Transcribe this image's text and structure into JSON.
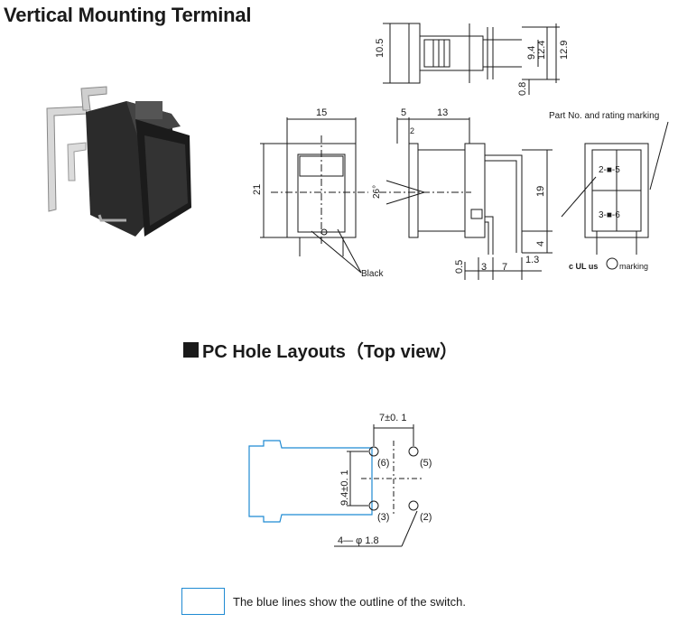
{
  "title": "Vertical Mounting Terminal",
  "pc_title": "PC Hole Layouts（Top view）",
  "legend_text": "The blue lines show the outline of the switch.",
  "colors": {
    "outline_blue": "#1f8ad3",
    "line": "#1a1a1a"
  },
  "dims": {
    "side_top_10_5": "10.5",
    "side_9_4": "9.4",
    "side_12_4": "12.4",
    "side_12_9": "12.9",
    "side_0_8": "0.8",
    "front_15": "15",
    "front_21": "21",
    "front_black": "Black",
    "side_5": "5",
    "side_13": "13",
    "side_2": "2",
    "side_26": "26°",
    "side_19": "19",
    "side_4": "4",
    "side_0_5": "0.5",
    "side_3": "3",
    "side_7": "7",
    "side_1_3": "1.3",
    "rear_marking_label": "Part No. and rating marking",
    "rear_2_5": "2-■-5",
    "rear_3_6": "3-■-6",
    "rear_ul": "c UL us",
    "rear_marking": "marking",
    "pc_7": "7±0. 1",
    "pc_9_4": "9.4±0. 1",
    "pc_6": "(6)",
    "pc_5": "(5)",
    "pc_3": "(3)",
    "pc_2": "(2)",
    "pc_holes": "4— φ 1.8"
  }
}
